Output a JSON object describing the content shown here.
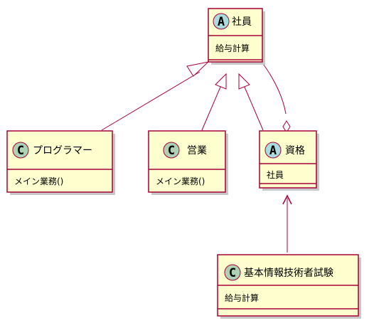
{
  "colors": {
    "box_fill": "#FEFECE",
    "box_border": "#A80036",
    "abstract_badge": "#A9DCDF",
    "class_badge": "#ADD1B2",
    "shadow": "#C8C8C8",
    "line": "#A80036"
  },
  "classes": {
    "employee": {
      "kind": "abstract",
      "badge": "A",
      "name": "社員",
      "members": [
        "給与計算"
      ]
    },
    "programmer": {
      "kind": "class",
      "badge": "C",
      "name": "プログラマー",
      "members": [
        "メイン業務()"
      ]
    },
    "sales": {
      "kind": "class",
      "badge": "C",
      "name": "営業",
      "members": [
        "メイン業務()"
      ]
    },
    "qualification": {
      "kind": "abstract",
      "badge": "A",
      "name": "資格",
      "members": [
        "社員"
      ]
    },
    "fe_exam": {
      "kind": "class",
      "badge": "C",
      "name": "基本情報技術者試験",
      "members": [
        "給与計算"
      ]
    }
  },
  "relations": [
    {
      "type": "inheritance",
      "from": "programmer",
      "to": "employee"
    },
    {
      "type": "inheritance",
      "from": "sales",
      "to": "employee"
    },
    {
      "type": "inheritance",
      "from": "qualification",
      "to": "employee"
    },
    {
      "type": "aggregation",
      "from": "employee",
      "to": "qualification"
    },
    {
      "type": "association",
      "from": "fe_exam",
      "to": "qualification"
    }
  ]
}
